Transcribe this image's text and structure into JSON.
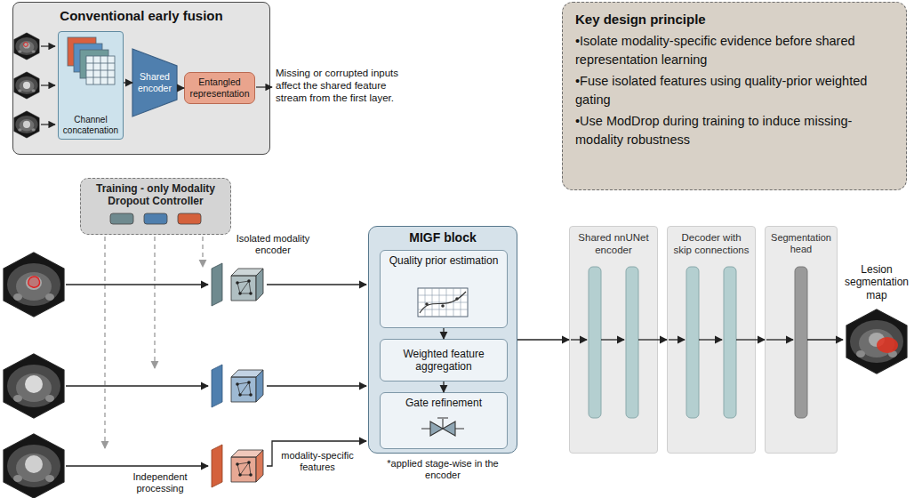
{
  "diagram": {
    "nodes": [
      {
        "text": [
          "Conventional early fusion"
        ]
      },
      {
        "text": [
          "Channel concatenation"
        ],
        "in": 0
      },
      {
        "text": [
          "Shared encoder"
        ],
        "in": 0
      },
      {
        "text": [
          "Entangled representation"
        ],
        "in": 0
      },
      {
        "text": [
          "Key design principle",
          "•Isolate modality-specific evidence before shared representation learning",
          "•Fuse isolated features using quality-prior weighted gating",
          "•Use ModDrop during training to induce missing-modality robustness"
        ]
      },
      {
        "text": [
          "Training - only Modality Dropout Controller"
        ]
      },
      {
        "text": [
          "MIGF block"
        ]
      },
      {
        "text": [
          "Quality prior estimation"
        ],
        "in": 6
      },
      {
        "text": [
          "Weighted feature aggregation"
        ],
        "in": 6
      },
      {
        "text": [
          "Gate refinement"
        ],
        "in": 6
      },
      {
        "text": [
          "Shared nnUNet encoder"
        ]
      },
      {
        "text": [
          "Decoder with skip connections"
        ]
      },
      {
        "text": [
          "Segmentation head"
        ]
      }
    ],
    "edges": [
      {
        "from": 1,
        "to": 2,
        "arrow": "to"
      },
      {
        "from": 2,
        "to": 3,
        "arrow": "to"
      },
      {
        "from": 7,
        "to": 8,
        "arrow": "to"
      },
      {
        "from": 8,
        "to": 9,
        "arrow": "to"
      },
      {
        "from": 6,
        "to": 10,
        "arrow": "to"
      },
      {
        "from": 10,
        "to": 11,
        "arrow": "to"
      },
      {
        "from": 11,
        "to": 12,
        "arrow": "to"
      }
    ],
    "labels": [
      "Missing or corrupted inputs affect the shared feature stream from the first layer.",
      "Isolated modality encoder",
      "Independent processing",
      "modality-specific features",
      "*applied stage-wise in the encoder",
      "Lesion segmentation map"
    ]
  }
}
